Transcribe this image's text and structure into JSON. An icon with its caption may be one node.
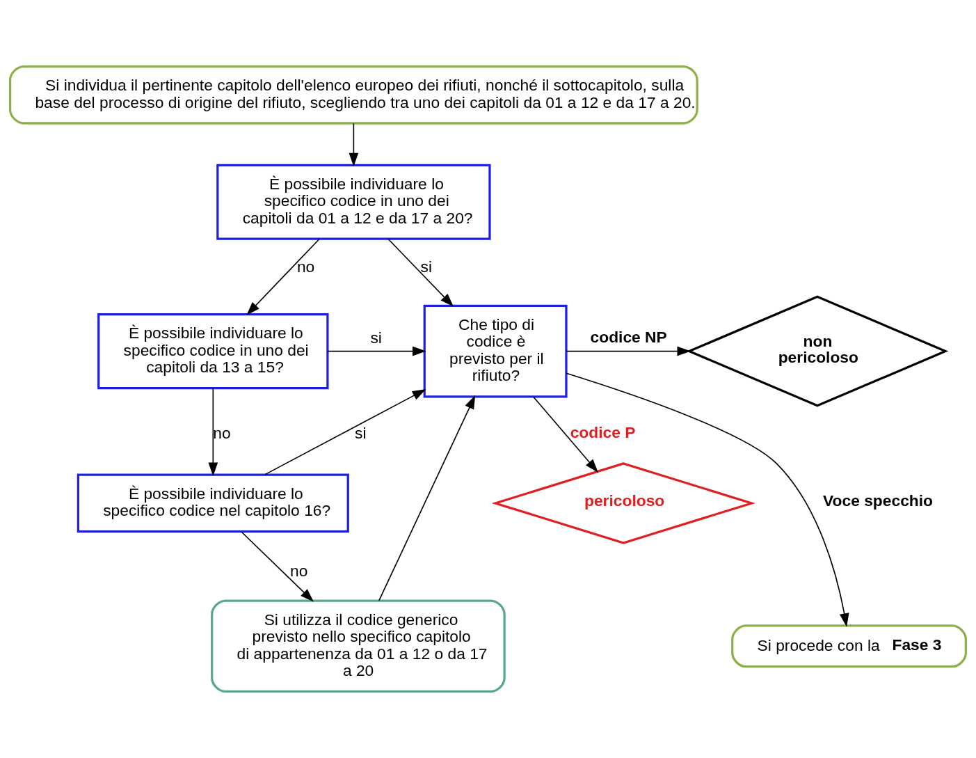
{
  "diagram": {
    "nodes": [
      {
        "text": [
          "Si individua il pertinente capitolo dell'elenco europeo dei rifiuti, nonché il sottocapitolo, sulla base del processo di origine del rifiuto, scegliendo tra uno dei capitoli da 01 a 12 e da 17 a 20."
        ]
      },
      {
        "text": [
          "È possibile individuare lo specifico codice in uno dei capitoli da 01 a 12 e da 17 a 20?"
        ]
      },
      {
        "text": [
          "È possibile individuare lo specifico codice in uno dei capitoli da 13 a 15?"
        ]
      },
      {
        "text": [
          "È possibile individuare lo specifico codice nel capitolo 16?"
        ]
      },
      {
        "text": [
          "Si utilizza il codice generico previsto nello specifico capitolo di appartenenza da 01 a 12 o da 17 a 20"
        ]
      },
      {
        "text": [
          "Che tipo di codice è previsto per il rifiuto?"
        ]
      },
      {
        "text": [
          "non pericoloso"
        ]
      },
      {
        "text": [
          "pericoloso"
        ]
      },
      {
        "text": [
          "Si procede con la **Fase 3**"
        ]
      }
    ],
    "edges": [
      {
        "from": 0,
        "to": 1,
        "arrow": "to"
      },
      {
        "from": 1,
        "to": 2,
        "arrow": "to",
        "label": "no"
      },
      {
        "from": 2,
        "to": 3,
        "arrow": "to",
        "label": "no"
      },
      {
        "from": 3,
        "to": 4,
        "arrow": "to",
        "label": "no"
      },
      {
        "from": 1,
        "to": 5,
        "arrow": "to",
        "label": "si"
      },
      {
        "from": 2,
        "to": 5,
        "arrow": "to",
        "label": "si"
      },
      {
        "from": 3,
        "to": 5,
        "arrow": "to",
        "label": "si"
      },
      {
        "from": 4,
        "to": 5,
        "arrow": "to"
      },
      {
        "from": 5,
        "to": 6,
        "arrow": "to",
        "label": "codice NP"
      },
      {
        "from": 5,
        "to": 7,
        "arrow": "to",
        "label": "codice P"
      },
      {
        "from": 5,
        "to": 8,
        "arrow": "to",
        "label": "Voce specchio"
      }
    ]
  }
}
